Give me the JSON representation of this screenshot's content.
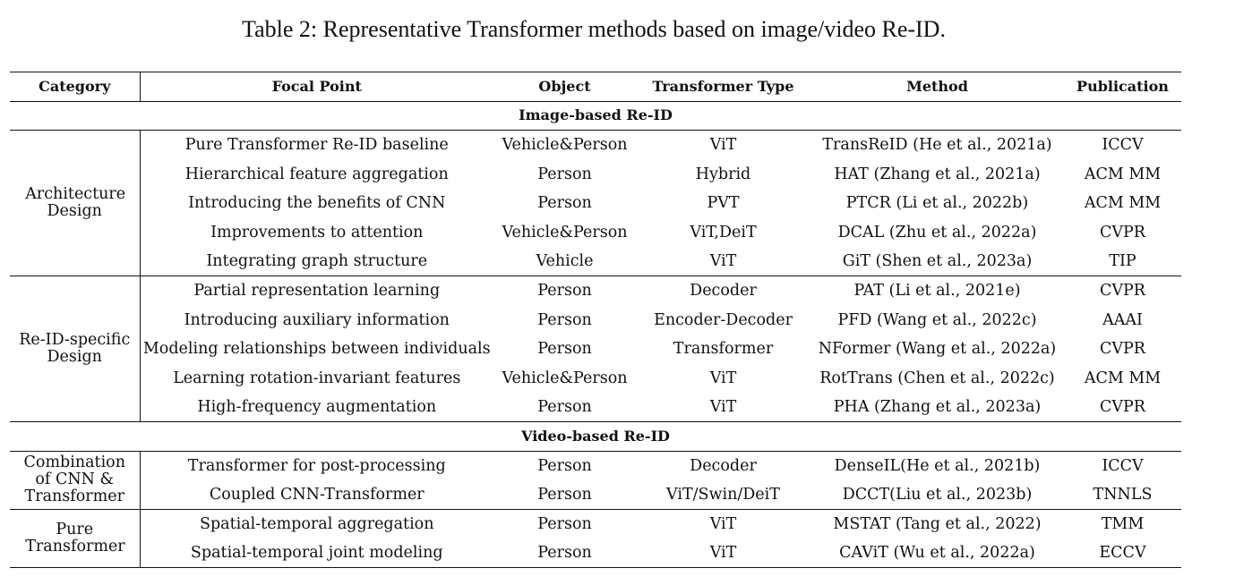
{
  "caption": "Table 2:  Representative Transformer methods based on image/video Re-ID.",
  "headers": {
    "category": "Category",
    "focal_point": "Focal Point",
    "object": "Object",
    "transformer_type": "Transformer Type",
    "method": "Method",
    "publication": "Publication"
  },
  "sections": {
    "image": "Image-based Re-ID",
    "video": "Video-based Re-ID"
  },
  "categories": {
    "architecture": "Architecture Design",
    "reid_specific": "Re-ID-specific Design",
    "combination": "Combination of CNN & Transformer",
    "pure": "Pure Transformer"
  },
  "rows": [
    {
      "focal": "Pure Transformer Re-ID baseline",
      "object": "Vehicle&Person",
      "type": "ViT",
      "method": "TransReID (He et al., 2021a)",
      "pub": "ICCV"
    },
    {
      "focal": "Hierarchical feature aggregation",
      "object": "Person",
      "type": "Hybrid",
      "method": "HAT (Zhang et al., 2021a)",
      "pub": "ACM MM"
    },
    {
      "focal": "Introducing the benefits of CNN",
      "object": "Person",
      "type": "PVT",
      "method": "PTCR (Li et al., 2022b)",
      "pub": "ACM MM"
    },
    {
      "focal": "Improvements to attention",
      "object": "Vehicle&Person",
      "type": "ViT,DeiT",
      "method": "DCAL (Zhu et al., 2022a)",
      "pub": "CVPR"
    },
    {
      "focal": "Integrating graph structure",
      "object": "Vehicle",
      "type": "ViT",
      "method": "GiT (Shen et al., 2023a)",
      "pub": "TIP"
    },
    {
      "focal": "Partial representation learning",
      "object": "Person",
      "type": "Decoder",
      "method": "PAT (Li et al., 2021e)",
      "pub": "CVPR"
    },
    {
      "focal": "Introducing auxiliary information",
      "object": "Person",
      "type": "Encoder-Decoder",
      "method": "PFD (Wang et al., 2022c)",
      "pub": "AAAI"
    },
    {
      "focal": "Modeling relationships between individuals",
      "object": "Person",
      "type": "Transformer",
      "method": "NFormer (Wang et al., 2022a)",
      "pub": "CVPR"
    },
    {
      "focal": "Learning rotation-invariant features",
      "object": "Vehicle&Person",
      "type": "ViT",
      "method": "RotTrans (Chen et al., 2022c)",
      "pub": "ACM MM"
    },
    {
      "focal": "High-frequency augmentation",
      "object": "Person",
      "type": "ViT",
      "method": "PHA (Zhang et al., 2023a)",
      "pub": "CVPR"
    },
    {
      "focal": "Transformer for post-processing",
      "object": "Person",
      "type": "Decoder",
      "method": "DenseIL(He et al., 2021b)",
      "pub": "ICCV"
    },
    {
      "focal": "Coupled CNN-Transformer",
      "object": "Person",
      "type": "ViT/Swin/DeiT",
      "method": "DCCT(Liu et al., 2023b)",
      "pub": "TNNLS"
    },
    {
      "focal": "Spatial-temporal aggregation",
      "object": "Person",
      "type": "ViT",
      "method": "MSTAT (Tang et al., 2022)",
      "pub": "TMM"
    },
    {
      "focal": "Spatial-temporal joint modeling",
      "object": "Person",
      "type": "ViT",
      "method": "CAViT (Wu et al., 2022a)",
      "pub": "ECCV"
    }
  ]
}
